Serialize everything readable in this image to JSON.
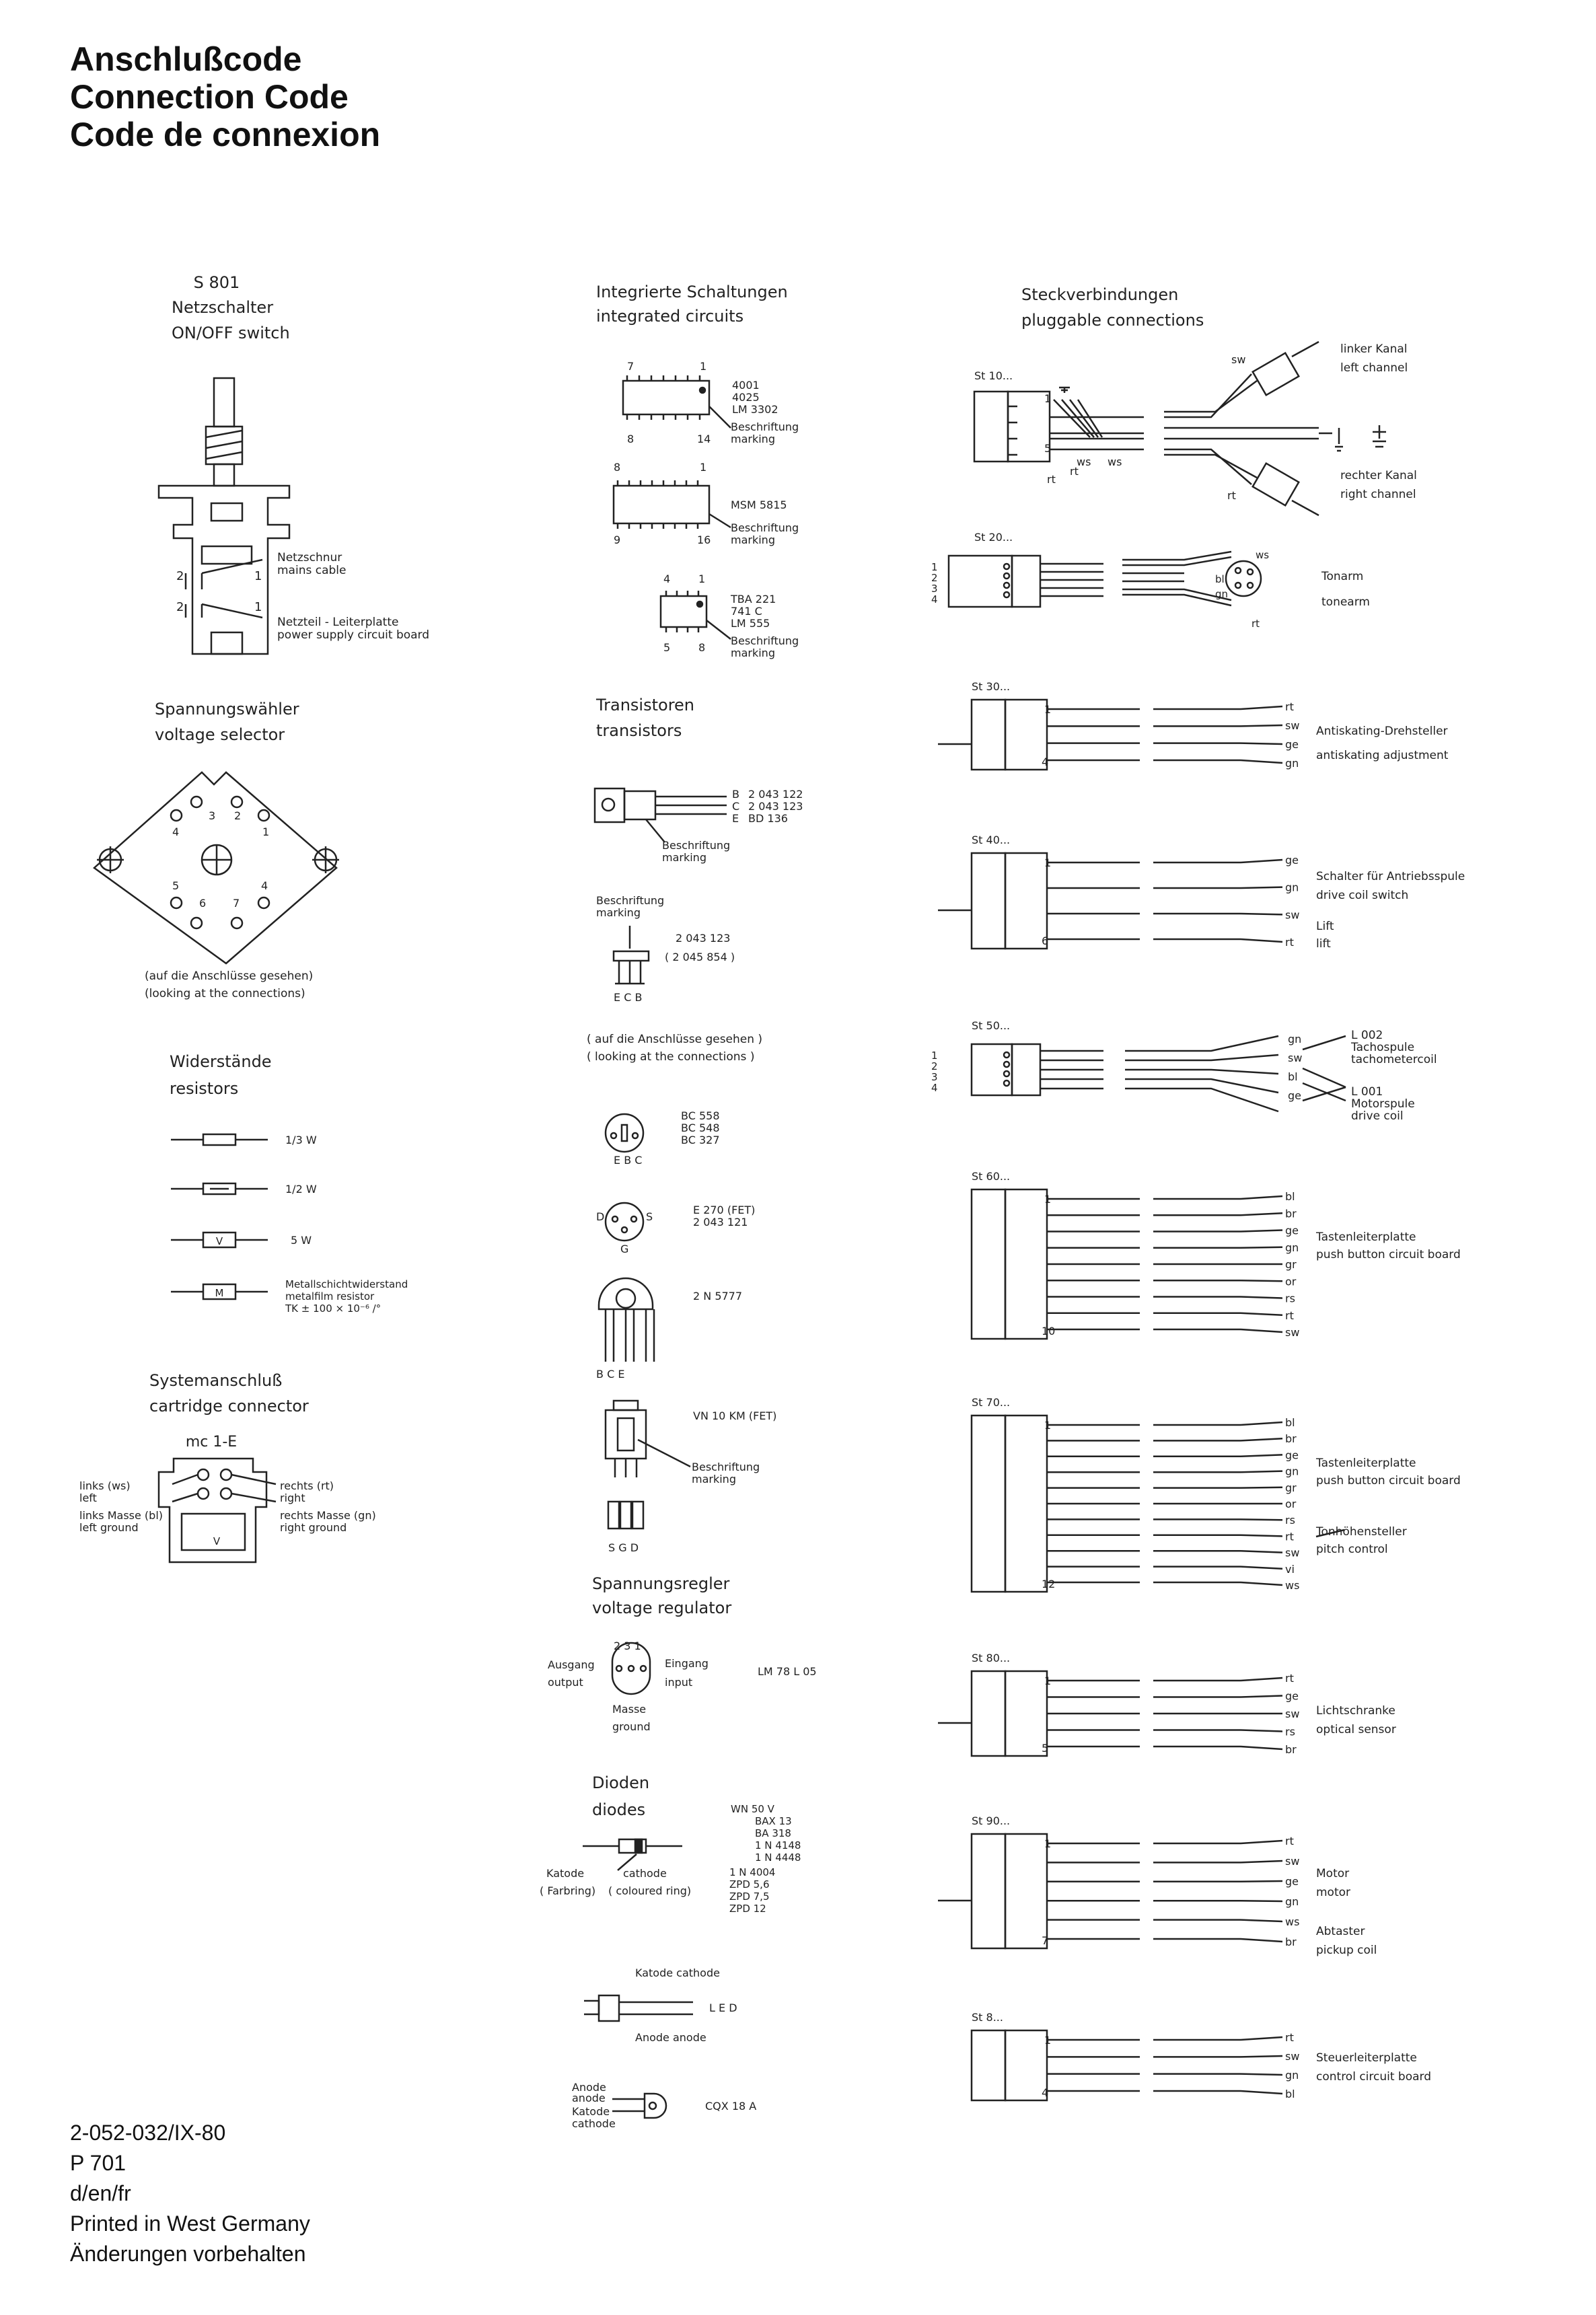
{
  "title": {
    "line1": "Anschlußcode",
    "line2": "Connection Code",
    "line3": "Code de connexion"
  },
  "switch": {
    "name": "S 801",
    "label_de": "Netzschalter",
    "label_en": "ON/OFF switch",
    "cable_de": "Netzschnur",
    "cable_en": "mains cable",
    "board_de": "Netzteil - Leiterplatte",
    "board_en": "power supply circuit board",
    "pins": [
      "2",
      "1",
      "2",
      "1"
    ]
  },
  "voltage_selector": {
    "title_de": "Spannungswähler",
    "title_en": "voltage selector",
    "pins": [
      "3",
      "2",
      "4",
      "1",
      "5",
      "4",
      "6",
      "7"
    ],
    "note_de": "(auf die Anschlüsse gesehen)",
    "note_en": "(looking at the connections)"
  },
  "resistors": {
    "title_de": "Widerstände",
    "title_en": "resistors",
    "items": [
      {
        "symbol": "",
        "label": "1/3 W"
      },
      {
        "symbol": "",
        "label": "1/2 W"
      },
      {
        "symbol": "V",
        "label": "5  W"
      },
      {
        "symbol": "M",
        "label1": "Metallschichtwiderstand",
        "label2": "metalfilm resistor",
        "label3": "TK ± 100 × 10⁻⁶ /°"
      }
    ]
  },
  "cartridge": {
    "title_de": "Systemanschluß",
    "title_en": "cartridge connector",
    "model": "mc 1-E",
    "left_de": "links (ws)",
    "left_en": "left",
    "left_ground_de": "links Masse (bl)",
    "left_ground_en": "left ground",
    "right_de": "rechts (rt)",
    "right_en": "right",
    "right_ground_de": "rechts Masse (gn)",
    "right_ground_en": "right ground",
    "v": "V"
  },
  "ics": {
    "title_de": "Integrierte Schaltungen",
    "title_en": "integrated circuits",
    "marking_de": "Beschriftung",
    "marking_en": "marking",
    "ic1": {
      "pin_tl": "7",
      "pin_tr": "1",
      "pin_bl": "8",
      "pin_br": "14",
      "types": [
        "4001",
        "4025",
        "LM 3302"
      ]
    },
    "ic2": {
      "pin_tl": "8",
      "pin_tr": "1",
      "pin_bl": "9",
      "pin_br": "16",
      "types": [
        "MSM 5815"
      ]
    },
    "ic3": {
      "pin_tl": "4",
      "pin_tr": "1",
      "pin_bl": "5",
      "pin_br": "8",
      "types": [
        "TBA 221",
        "741 C",
        "LM 555"
      ]
    }
  },
  "transistors": {
    "title_de": "Transistoren",
    "title_en": "transistors",
    "t1": {
      "pins": [
        "B",
        "C",
        "E"
      ],
      "types": [
        "2 043 122",
        "2 043 123",
        "BD 136"
      ]
    },
    "t2": {
      "types": [
        "2 043 123",
        "( 2 045 854 )"
      ],
      "pins": "E C B"
    },
    "note_de": "( auf die Anschlüsse gesehen )",
    "note_en": "( looking at the connections )",
    "t3": {
      "types": [
        "BC 558",
        "BC 548",
        "BC 327"
      ],
      "pins": "E B C"
    },
    "t4": {
      "types": [
        "E 270  (FET)",
        "2 043 121"
      ],
      "d": "D",
      "s": "S",
      "g": "G"
    },
    "t5": {
      "type": "2  N  5777",
      "pins": "B     C     E"
    },
    "t6": {
      "type": "VN 10 KM  (FET)",
      "pins": "S G D"
    }
  },
  "regulator": {
    "title_de": "Spannungsregler",
    "title_en": "voltage regulator",
    "pins": "2 3 1",
    "out_de": "Ausgang",
    "out_en": "output",
    "in_de": "Eingang",
    "in_en": "input",
    "gnd_de": "Masse",
    "gnd_en": "ground",
    "type": "LM 78 L 05"
  },
  "diodes": {
    "title_de": "Dioden",
    "title_en": "diodes",
    "types": [
      "WN 50 V",
      "BAX 13",
      "BA 318",
      "1 N 4148",
      "1 N 4448",
      "1 N 4004",
      "ZPD 5,6",
      "ZPD 7,5",
      "ZPD 12"
    ],
    "katode": "Katode",
    "cathode": "cathode",
    "farbring": "( Farbring)",
    "coloured": "( coloured ring)",
    "led_katode": "Katode   cathode",
    "led": "L E D",
    "led_anode": "Anode      anode",
    "cqx_anode1": "Anode",
    "cqx_anode2": "anode",
    "cqx_kat1": "Katode",
    "cqx_kat2": "cathode",
    "cqx_type": "CQX  18 A"
  },
  "plugs": {
    "title_de": "Steckverbindungen",
    "title_en": "pluggable connections",
    "st10": {
      "name": "St 10...",
      "left_de": "linker Kanal",
      "left_en": "left channel",
      "right_de": "rechter Kanal",
      "right_en": "right channel",
      "sw": "sw",
      "rt": "rt",
      "ws": "ws",
      "pin1": "1",
      "pin5": "5"
    },
    "st20": {
      "name": "St 20...",
      "pins": [
        "1",
        "2",
        "3",
        "4"
      ],
      "bl": "bl",
      "gn": "gn",
      "ws": "ws",
      "rt": "rt",
      "de": "Tonarm",
      "en": "tonearm"
    },
    "st30": {
      "name": "St 30...",
      "wires": [
        "rt",
        "sw",
        "ge",
        "gn"
      ],
      "de": "Antiskating-Drehsteller",
      "en": "antiskating adjustment",
      "pin1": "1",
      "pin4": "4"
    },
    "st40": {
      "name": "St 40...",
      "wires": [
        "ge",
        "gn",
        "sw",
        "rt"
      ],
      "de1": "Schalter für Antriebsspule",
      "en1": "drive coil switch",
      "de2": "Lift",
      "en2": "lift",
      "pin1": "1",
      "pin6": "6"
    },
    "st50": {
      "name": "St 50...",
      "pins": [
        "1",
        "2",
        "3",
        "4"
      ],
      "wires": [
        "gn",
        "sw",
        "bl",
        "ge"
      ],
      "l002": "L 002",
      "l002_de": "Tachospule",
      "l002_en": "tachometercoil",
      "l001": "L 001",
      "l001_de": "Motorspule",
      "l001_en": "drive coil"
    },
    "st60": {
      "name": "St 60...",
      "wires": [
        "bl",
        "br",
        "ge",
        "gn",
        "gr",
        "or",
        "rs",
        "rt",
        "sw"
      ],
      "de": "Tastenleiterplatte",
      "en": "push button circuit board",
      "pin1": "1",
      "pin10": "10"
    },
    "st70": {
      "name": "St 70...",
      "wires": [
        "bl",
        "br",
        "ge",
        "gn",
        "gr",
        "or",
        "rs",
        "rt",
        "sw",
        "vi",
        "ws"
      ],
      "de": "Tastenleiterplatte",
      "en": "push button circuit board",
      "de2": "Tonhöhensteller",
      "en2": "pitch  control",
      "pin1": "1",
      "pin12": "12"
    },
    "st80": {
      "name": "St 80...",
      "wires": [
        "rt",
        "ge",
        "sw",
        "rs",
        "br"
      ],
      "de": "Lichtschranke",
      "en": "optical  sensor",
      "pin1": "1",
      "pin5": "5"
    },
    "st90": {
      "name": "St 90...",
      "wires": [
        "rt",
        "sw",
        "ge",
        "gn",
        "ws",
        "br"
      ],
      "de1": "Motor",
      "en1": "motor",
      "de2": "Abtaster",
      "en2": "pickup coil",
      "pin1": "1",
      "pin7": "7"
    },
    "st8": {
      "name": "St 8...",
      "wires": [
        "rt",
        "sw",
        "gn",
        "bl"
      ],
      "de": "Steuerleiterplatte",
      "en": "control circuit board",
      "pin1": "1",
      "pin4": "4"
    }
  },
  "footer": {
    "line1": "2-052-032/IX-80",
    "line2": "P 701",
    "line3": "d/en/fr",
    "line4": "Printed in West Germany",
    "line5": "Änderungen vorbehalten"
  }
}
